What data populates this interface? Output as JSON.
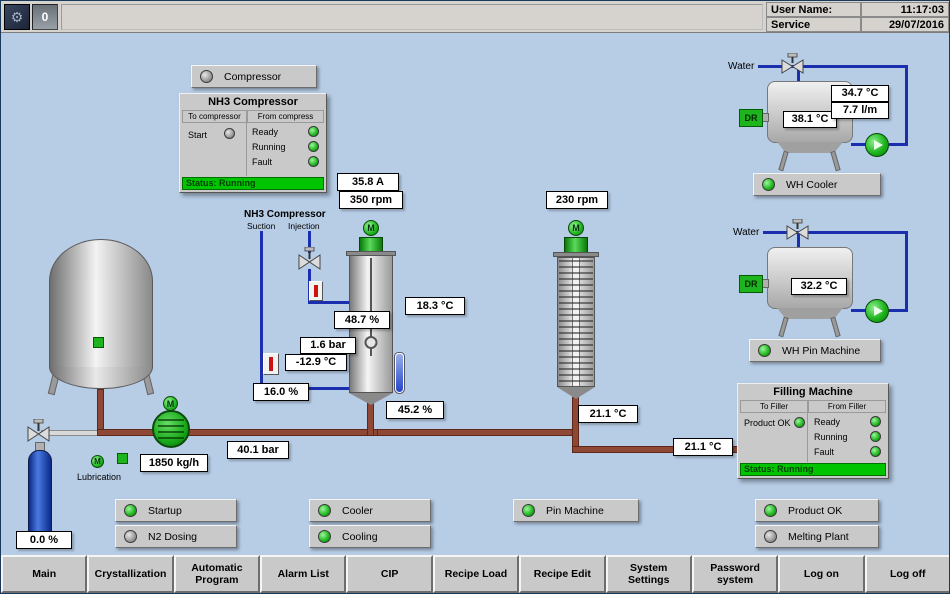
{
  "titlebar": {
    "zero_button": "0",
    "user_label": "User Name:",
    "user_value": "Service",
    "time": "11:17:03",
    "date": "29/07/2016"
  },
  "compressor": {
    "indicator_label": "Compressor",
    "panel_title": "NH3 Compressor",
    "to_label": "To compressor",
    "from_label": "From compress",
    "start_label": "Start",
    "led_ready": "Ready",
    "led_running": "Running",
    "led_fault": "Fault",
    "status": "Status: Running",
    "current": "35.8 A",
    "speed": "350 rpm"
  },
  "nh3_lines": {
    "title": "NH3 Compressor",
    "suction": "Suction",
    "injection": "Injection",
    "injection_valve_pos": "48.7 %",
    "suction_pressure": "1.6 bar",
    "suction_temp": "-12.9 °C",
    "suction_valve_pos": "16.0 %"
  },
  "common": {
    "motor_label": "M"
  },
  "crystallizer": {
    "temp": "18.3 °C",
    "level": "45.2 %"
  },
  "pin_machine": {
    "speed": "230 rpm",
    "temp": "21.1 °C"
  },
  "supply": {
    "flow": "1850 kg/h",
    "pressure": "40.1 bar",
    "lubrication_label": "Lubrication",
    "cylinder_level": "0.0 %"
  },
  "wh_cooler": {
    "water_label": "Water",
    "dr_label": "DR",
    "tank_temp": "38.1 °C",
    "out_temp": "34.7 °C",
    "flow": "7.7 l/m",
    "indicator_label": "WH Cooler"
  },
  "wh_pin": {
    "water_label": "Water",
    "dr_label": "DR",
    "tank_temp": "32.2 °C",
    "indicator_label": "WH Pin Machine"
  },
  "filling": {
    "title": "Filling Machine",
    "to_label": "To Filler",
    "from_label": "From Filler",
    "product_ok_label": "Product OK",
    "led_ready": "Ready",
    "led_running": "Running",
    "led_fault": "Fault",
    "status": "Status: Running",
    "product_temp": "21.1 °C"
  },
  "indicators": [
    {
      "label": "Startup",
      "on": true
    },
    {
      "label": "N2 Dosing",
      "on": false
    },
    {
      "label": "Cooler",
      "on": true
    },
    {
      "label": "Cooling",
      "on": true
    },
    {
      "label": "Pin Machine",
      "on": true
    },
    {
      "label": "Product OK",
      "on": true
    },
    {
      "label": "Melting Plant",
      "on": false
    }
  ],
  "nav": [
    "Main",
    "Crystallization",
    "Automatic Program",
    "Alarm List",
    "CIP",
    "Recipe Load",
    "Recipe Edit",
    "System Settings",
    "Password system",
    "Log on",
    "Log off"
  ]
}
